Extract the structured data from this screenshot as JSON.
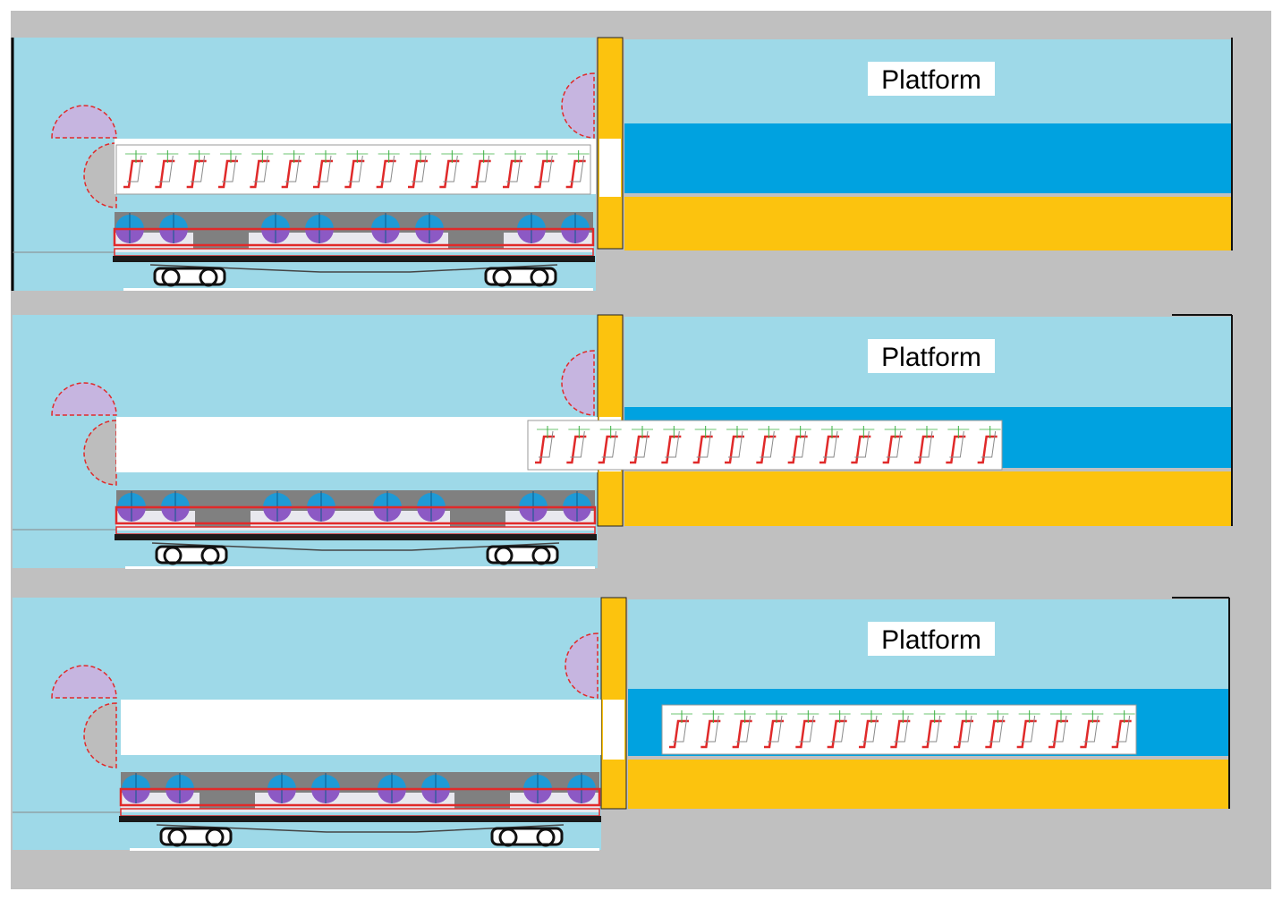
{
  "colors": {
    "background": "#c0c0c0",
    "sky": "#9ed9e8",
    "deep_blue": "#00a2e0",
    "gold": "#fcc30e",
    "platform_label_bg": "#ffffff",
    "wheel_blue": "#1e9ad6",
    "wheel_purple": "#8c59c4",
    "rail_red": "#e02a2a",
    "dark_grey": "#808080",
    "lavender": "#c6b5e0",
    "chassis": "#1a1a1a"
  },
  "panels": [
    {
      "platform_label": "Platform",
      "stage": "seats-in-car"
    },
    {
      "platform_label": "Platform",
      "stage": "seats-crossing-to-platform"
    },
    {
      "platform_label": "Platform",
      "stage": "seats-on-platform"
    }
  ]
}
